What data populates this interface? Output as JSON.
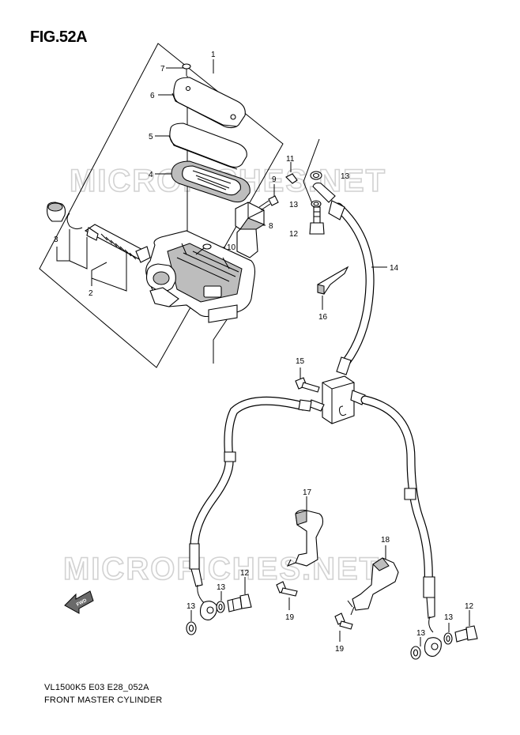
{
  "figure": {
    "title": "FIG.52A",
    "code": "VL1500K5 E03 E28_052A",
    "name": "FRONT MASTER CYLINDER"
  },
  "watermark": "MICROFICHES.NET",
  "fwd_label": "FWD",
  "callouts": [
    "1",
    "2",
    "3",
    "4",
    "5",
    "6",
    "7",
    "8",
    "9",
    "10",
    "11",
    "12",
    "13",
    "14",
    "15",
    "16",
    "17",
    "18",
    "19"
  ],
  "colors": {
    "line": "#000000",
    "watermark": "#d2d2d2",
    "shade": "#bdbdbd"
  }
}
